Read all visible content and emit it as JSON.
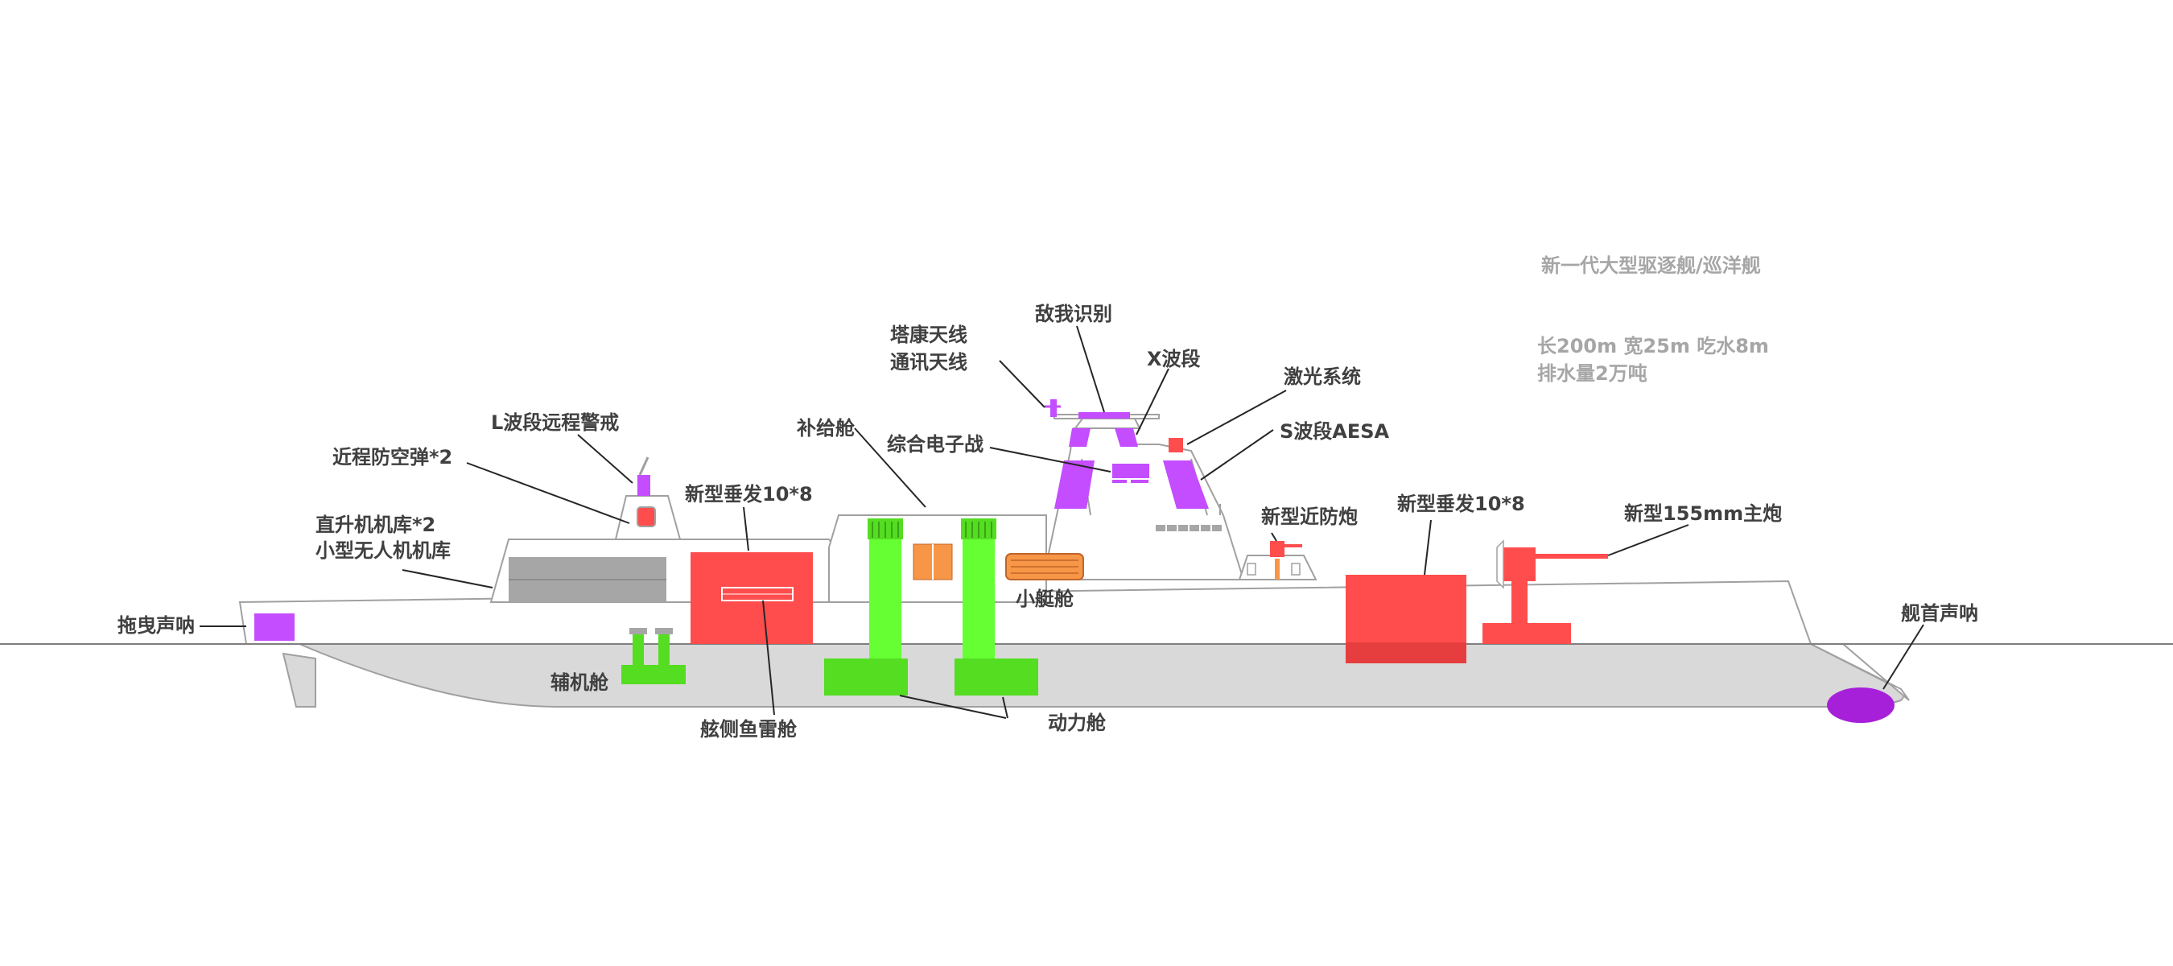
{
  "info": {
    "title": "新一代大型驱逐舰/巡洋舰",
    "dimensions": "长200m 宽25m 吃水8m",
    "displacement": "排水量2万吨"
  },
  "labels": {
    "towed_sonar": "拖曳声呐",
    "hangar_line1": "直升机机库*2",
    "hangar_line2": "小型无人机机库",
    "ciws_missile": "近程防空弹*2",
    "l_band_radar": "L波段远程警戒",
    "vls_aft": "新型垂发10*8",
    "aux_engine": "辅机舱",
    "torpedo_room": "舷侧鱼雷舱",
    "supply_room": "补给舱",
    "tacan_line1": "塔康天线",
    "tacan_line2": "通讯天线",
    "ew_suite": "综合电子战",
    "iff": "敌我识别",
    "x_band": "X波段",
    "laser_system": "激光系统",
    "s_band_aesa": "S波段AESA",
    "small_boat_bay": "小艇舱",
    "power_room": "动力舱",
    "ciws_gun": "新型近防炮",
    "vls_fwd": "新型垂发10*8",
    "main_gun": "新型155mm主炮",
    "bow_sonar": "舰首声呐"
  },
  "colors": {
    "red": "#ff4d4d",
    "purple": "#c34dff",
    "green": "#66ff33",
    "green_dark": "#55dd22",
    "orange": "#f79646",
    "grey_hull": "#d9d9d9",
    "grey_hangar": "#a6a6a6",
    "label_text": "#404040",
    "info_text": "#a6a6a6"
  }
}
